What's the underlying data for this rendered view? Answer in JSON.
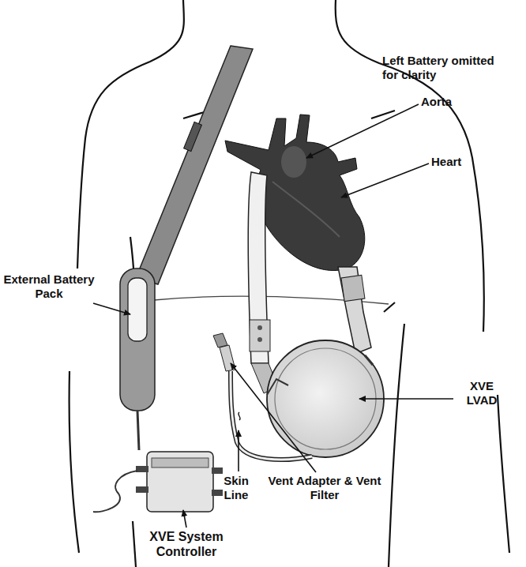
{
  "diagram": {
    "labels": [
      "Left Battery omitted for clarity",
      "Aorta",
      "Heart",
      "External Battery Pack",
      "XVE LVAD",
      "Skin Line",
      "Vent Adapter & Vent Filter",
      "XVE System Controller"
    ]
  }
}
